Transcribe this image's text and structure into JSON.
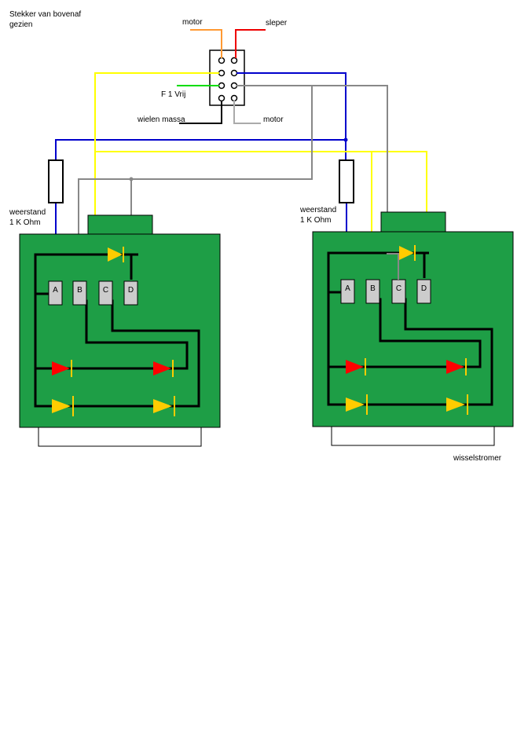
{
  "labels": {
    "header_line1": "Stekker van bovenaf",
    "header_line2": "gezien",
    "motor_top": "motor",
    "sleper": "sleper",
    "f1_vrij": "F 1 Vrij",
    "wielen_massa": "wielen  massa",
    "motor_bottom": "motor",
    "weerstand_left": "weerstand",
    "ohm_left": "1 K Ohm",
    "weerstand_right": "weerstand",
    "ohm_right": "1 K Ohm",
    "wisselstromer": "wisselstromer"
  },
  "pins": {
    "a": "A",
    "b": "B",
    "c": "C",
    "d": "D"
  },
  "colors": {
    "board": "#1e9e46",
    "trace": "#000000",
    "blue": "#0000cc",
    "yellow": "#ffff00",
    "gray": "#888888",
    "light_gray": "#aaaaaa",
    "green_wire": "#00dd00",
    "orange": "#ff9933",
    "red": "#ee0000",
    "diode_red": "#ff0000",
    "diode_yellow": "#ffcc00",
    "pin_fill": "#cccccc"
  }
}
